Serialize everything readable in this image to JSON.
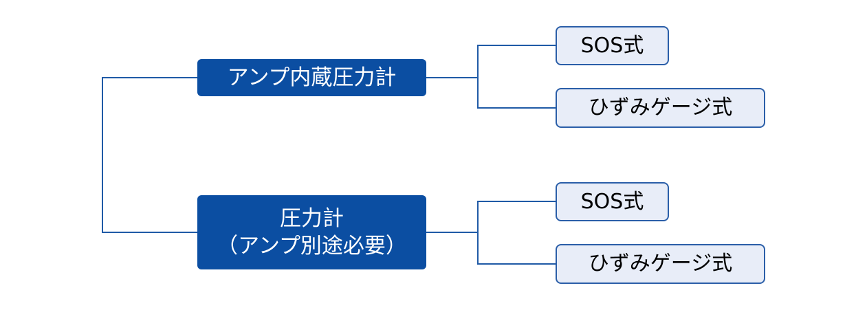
{
  "colors": {
    "parent_fill": "#0b4ea2",
    "parent_text": "#ffffff",
    "child_fill": "#e8edf8",
    "child_border": "#2a5ea8",
    "child_text": "#000000",
    "connector": "#1f5aa6",
    "background": "#ffffff"
  },
  "groups": [
    {
      "parent": {
        "line1": "アンプ内蔵圧力計",
        "line2": ""
      },
      "children": [
        {
          "label": "SOS式"
        },
        {
          "label": "ひずみゲージ式"
        }
      ]
    },
    {
      "parent": {
        "line1": "圧力計",
        "line2": "（アンプ別途必要）"
      },
      "children": [
        {
          "label": "SOS式"
        },
        {
          "label": "ひずみゲージ式"
        }
      ]
    }
  ]
}
